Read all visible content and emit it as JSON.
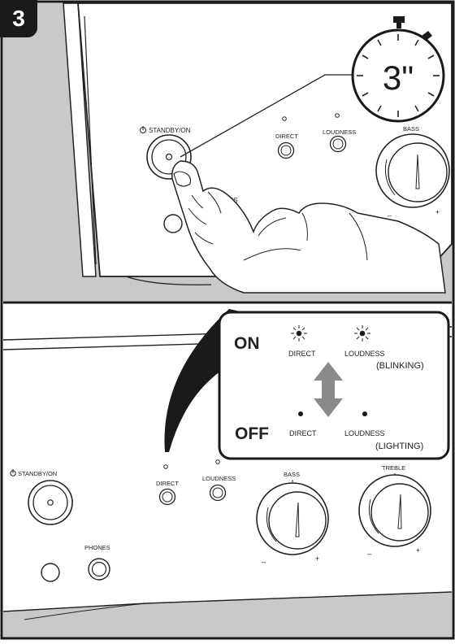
{
  "step": {
    "number": "3"
  },
  "timer": {
    "label": "3\""
  },
  "top_panel": {
    "standby_label": "STANDBY/ON",
    "direct_label": "DIRECT",
    "loudness_label": "LOUDNESS",
    "bass_label": "BASS",
    "phones_partial": "NES",
    "minus": "–",
    "plus": "+"
  },
  "callout": {
    "on_label": "ON",
    "off_label": "OFF",
    "direct_label": "DIRECT",
    "loudness_label": "LOUDNESS",
    "blinking_label": "(BLINKING)",
    "lighting_label": "(LIGHTING)"
  },
  "bottom_panel": {
    "standby_label": "STANDBY/ON",
    "direct_label": "DIRECT",
    "loudness_label": "LOUDNESS",
    "bass_label": "BASS",
    "treble_label": "TREBLE",
    "phones_label": "PHONES",
    "minus": "–",
    "plus": "+"
  },
  "colors": {
    "frame": "#1a1a1a",
    "shadow": "#c9c9c9",
    "arrow": "#8a8a8a"
  }
}
